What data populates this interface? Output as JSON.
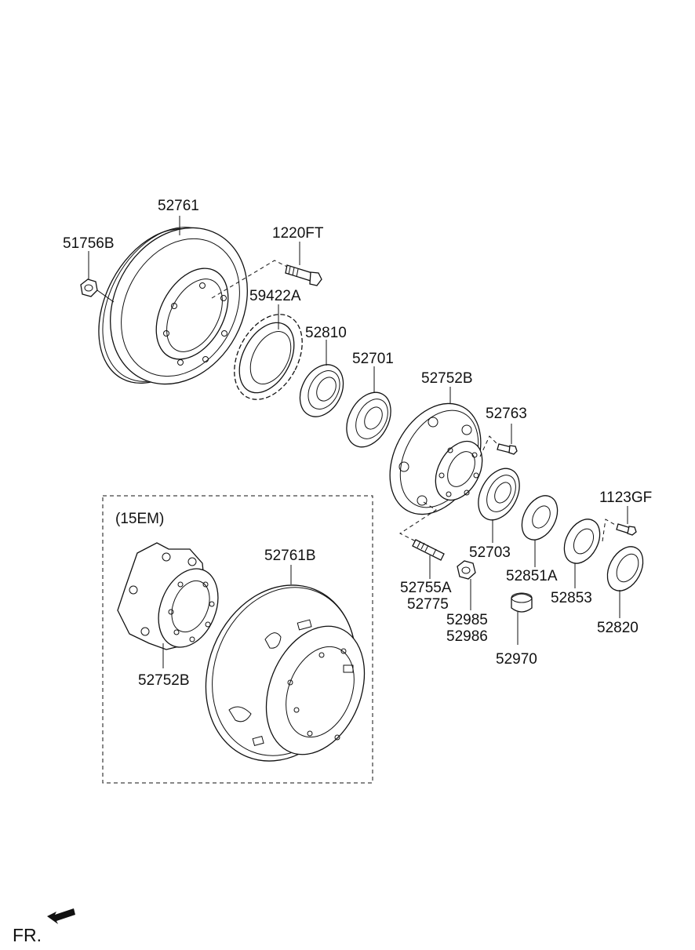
{
  "diagram": {
    "part_labels": {
      "p52761": "52761",
      "p51756b": "51756B",
      "p1220ft": "1220FT",
      "p59422a": "59422A",
      "p52810": "52810",
      "p52701": "52701",
      "p52752b": "52752B",
      "p52763": "52763",
      "p1123gf": "1123GF",
      "p52703": "52703",
      "p52851a": "52851A",
      "p52853": "52853",
      "p52755a": "52755A",
      "p52775": "52775",
      "p52985": "52985",
      "p52986": "52986",
      "p52820": "52820",
      "p52970": "52970"
    },
    "variant_box": {
      "label": "(15EM)",
      "hub_label": "52752B",
      "drum_label": "52761B"
    },
    "direction": {
      "label": "FR.",
      "arrow_icon": "front-direction-arrow-icon"
    }
  }
}
